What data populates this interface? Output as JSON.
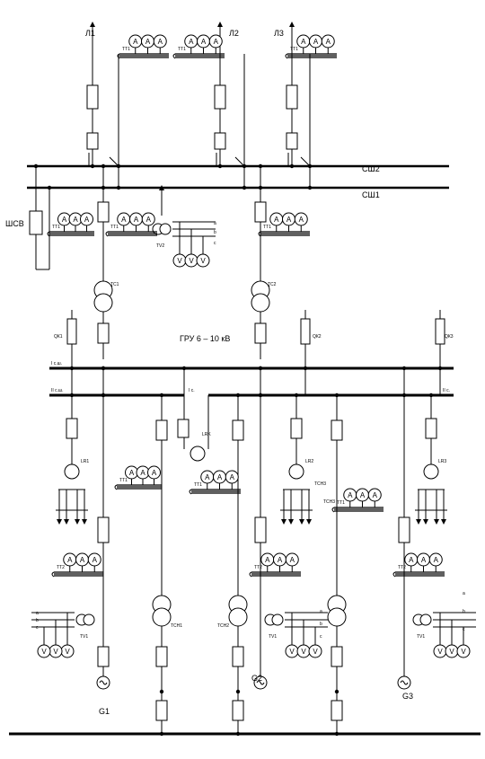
{
  "buses": {
    "sh1": "СШ1",
    "sh2": "СШ2",
    "gru": "ГРУ 6 – 10 кВ",
    "sec1": "I с.ш.",
    "sec2": "II с.ш.",
    "sec_ic": "I с.",
    "sec_iic": "II с."
  },
  "lines": {
    "l1": "Л1",
    "l2": "Л2",
    "l3": "Л3"
  },
  "devices": {
    "shsv": "ШСВ",
    "tc1": "ТС1",
    "tc2": "ТС2",
    "qk1": "QК1",
    "qk2": "QК2",
    "qk3": "QК3",
    "lr1": "LR1",
    "lr2": "LR2",
    "lr3": "LR3",
    "lrk": "LRK",
    "tsn1": "ТСН1",
    "tsn2": "ТСН2",
    "tsn3": "ТСН3",
    "g1": "G1",
    "g2": "G2",
    "g3": "G3",
    "tv1": "ТV1",
    "tv2": "ТV2",
    "tt1": "ТТ1",
    "tt2": "ТТ2",
    "tt3": "ТТ3"
  },
  "meters": {
    "ammeter": "A",
    "voltmeter": "V"
  },
  "phases": {
    "a": "a",
    "b": "b",
    "c": "c"
  }
}
